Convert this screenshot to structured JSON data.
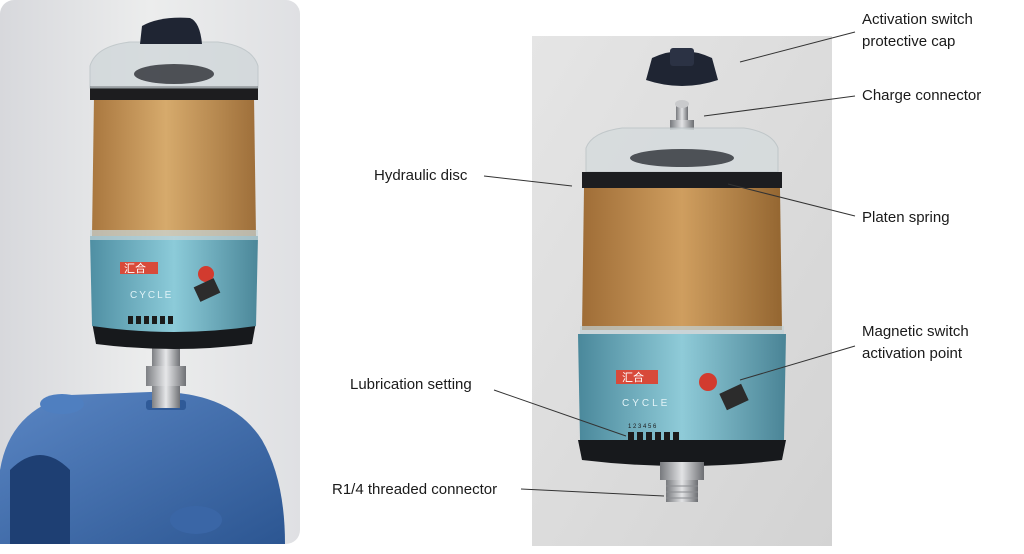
{
  "labels": {
    "activation_cap_line1": "Activation switch",
    "activation_cap_line2": "protective cap",
    "charge_connector": "Charge connector",
    "hydraulic_disc": "Hydraulic disc",
    "platen_spring": "Platen spring",
    "magnetic_line1": "Magnetic switch",
    "magnetic_line2": "activation point",
    "lubrication_setting": "Lubrication setting",
    "threaded_connector": "R1/4 threaded connector"
  },
  "device": {
    "brand": "汇合",
    "cycle_text": "CYCLE",
    "scale_digits": "1 2 3 4 5 6"
  },
  "colors": {
    "cap": "#1f2533",
    "grease": "#c89a5e",
    "housing": "#6fb3c4",
    "mount": "#3f6fae",
    "background_left": "#e4e5e8",
    "background_right": "#dcdcdc"
  }
}
